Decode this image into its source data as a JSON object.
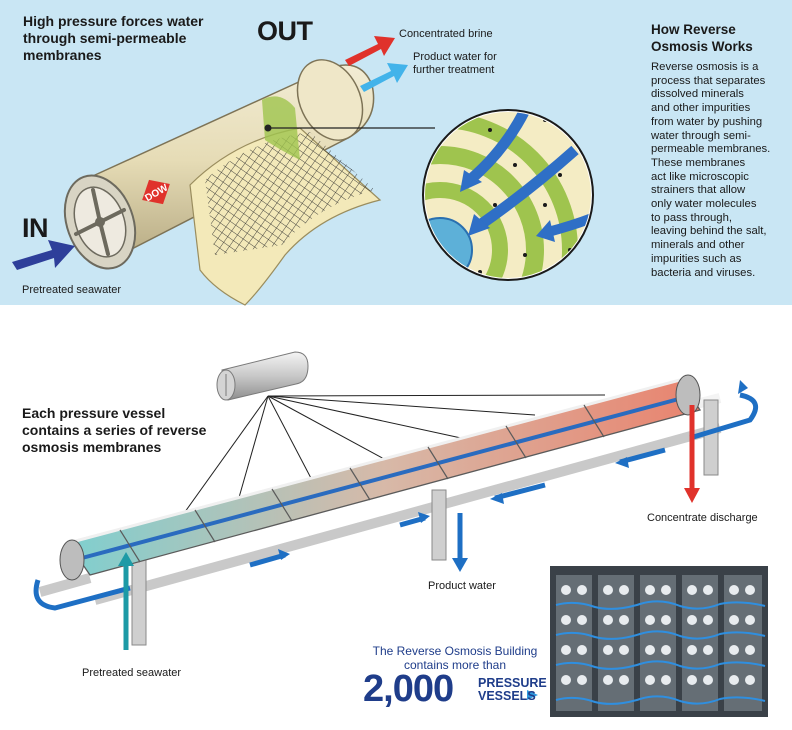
{
  "top": {
    "headline": "High pressure forces water through semi-permeable membranes",
    "headline_lines": [
      "High pressure forces water",
      "through semi-permeable",
      "membranes"
    ],
    "out_label": "OUT",
    "in_label": "IN",
    "concentrated_brine": "Concentrated brine",
    "product_water_lines": [
      "Product water for",
      "further treatment"
    ],
    "pretreated_seawater": "Pretreated seawater",
    "logo_text": "DOW"
  },
  "sidebar": {
    "title_lines": [
      "How Reverse",
      "Osmosis Works"
    ],
    "body_lines": [
      "Reverse osmosis is a",
      "process that separates",
      "dissolved minerals",
      "and other impurities",
      "from water by pushing",
      "water through semi-",
      "permeable membranes.",
      "These membranes",
      "act like microscopic",
      "strainers that allow",
      "only water molecules",
      "to pass through,",
      "leaving behind the salt,",
      "minerals and other",
      "impurities such as",
      "bacteria and viruses."
    ]
  },
  "bottom": {
    "vessel_caption_lines": [
      "Each pressure vessel",
      "contains a series of reverse",
      "osmosis membranes"
    ],
    "concentrate_discharge": "Concentrate discharge",
    "product_water": "Product water",
    "pretreated_seawater": "Pretreated seawater"
  },
  "stat": {
    "line1": "The Reverse Osmosis Building",
    "line2": "contains more than",
    "number": "2,000",
    "word1": "PRESSURE",
    "word2": "VESSELS"
  },
  "colors": {
    "background_top": "#c9e6f4",
    "flow_blue": "#1e6fc4",
    "brine_red": "#e0322b",
    "teal": "#1d9aa6",
    "dark_navy": "#1f3d8a"
  }
}
